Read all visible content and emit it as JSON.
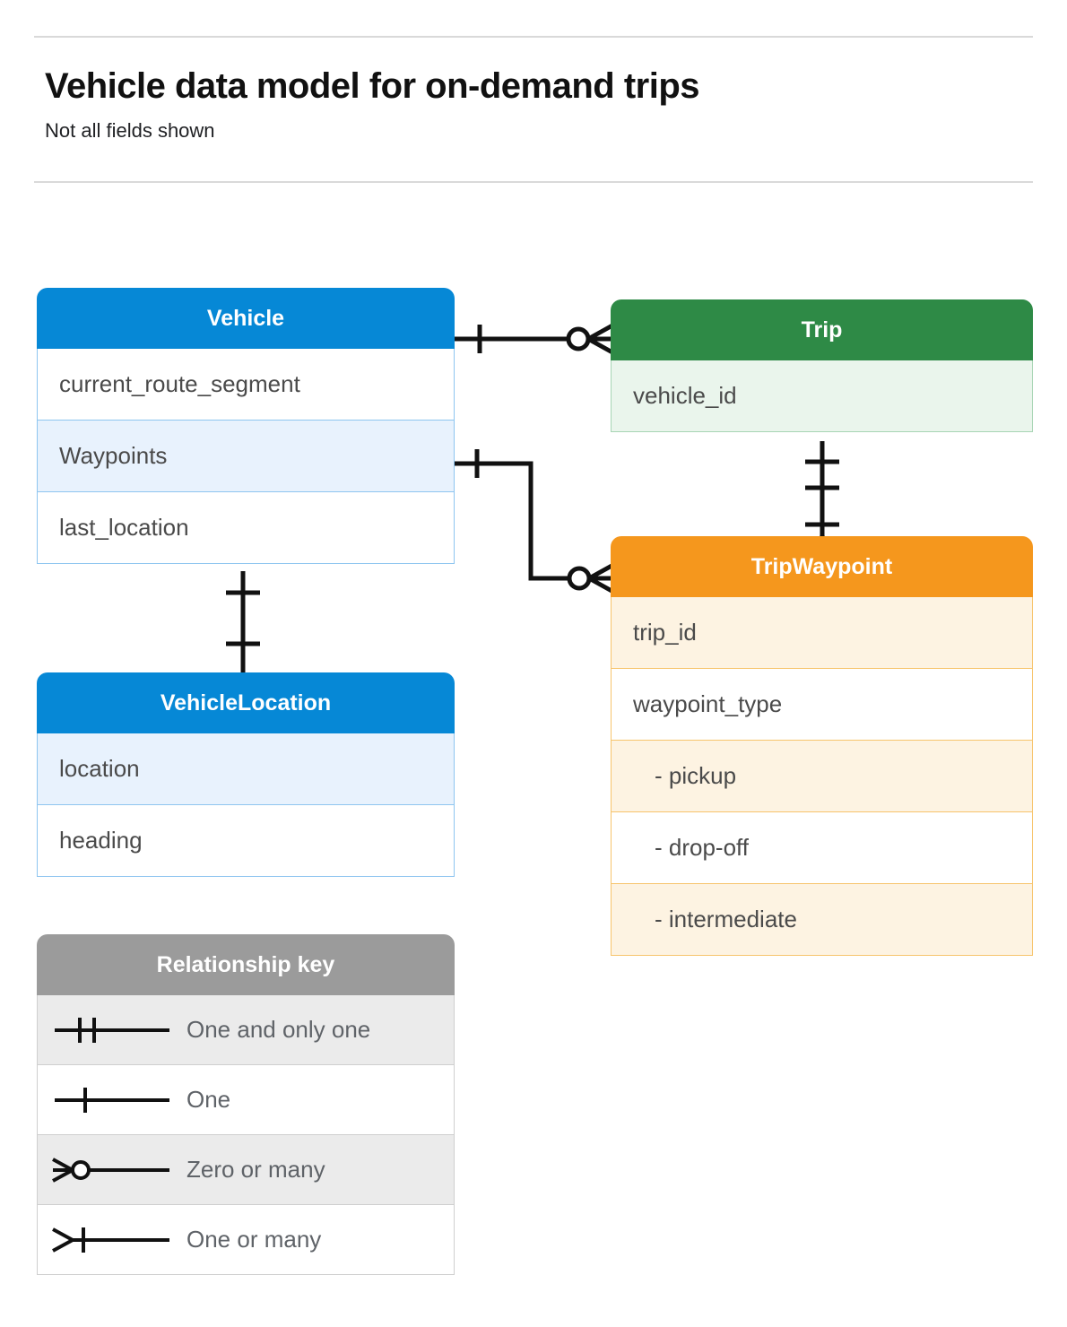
{
  "header": {
    "title": "Vehicle data model for on-demand trips",
    "subtitle": "Not all fields shown"
  },
  "colors": {
    "blue": "#0688d6",
    "blue_row": "#e8f2fd",
    "blue_border": "#8ec5f0",
    "green": "#2e8a46",
    "green_row": "#eaf5ec",
    "green_border": "#a8d5b4",
    "orange": "#f5971d",
    "orange_row": "#fdf3e2",
    "orange_border": "#f7c46c",
    "gray": "#9b9b9b",
    "gray_row": "#ebebeb",
    "rule": "#d9d9d9",
    "text": "#4a4a4a",
    "connector": "#111111"
  },
  "entities": [
    {
      "id": "vehicle",
      "name": "Vehicle",
      "theme": "blue",
      "fields": [
        {
          "label": "current_route_segment",
          "shaded": false
        },
        {
          "label": "Waypoints",
          "shaded": true
        },
        {
          "label": "last_location",
          "shaded": false
        }
      ]
    },
    {
      "id": "vehicle-location",
      "name": "VehicleLocation",
      "theme": "blue",
      "fields": [
        {
          "label": "location",
          "shaded": true
        },
        {
          "label": "heading",
          "shaded": false
        }
      ]
    },
    {
      "id": "trip",
      "name": "Trip",
      "theme": "green",
      "fields": [
        {
          "label": "vehicle_id",
          "shaded": true
        }
      ]
    },
    {
      "id": "tripwaypoint",
      "name": "TripWaypoint",
      "theme": "orange",
      "fields": [
        {
          "label": "trip_id",
          "shaded": true,
          "sub": false
        },
        {
          "label": "waypoint_type",
          "shaded": false,
          "sub": false
        },
        {
          "label": "-  pickup",
          "shaded": true,
          "sub": true
        },
        {
          "label": "-  drop-off",
          "shaded": false,
          "sub": true
        },
        {
          "label": "-  intermediate",
          "shaded": true,
          "sub": true
        }
      ]
    }
  ],
  "legend": {
    "title": "Relationship key",
    "items": [
      {
        "symbol": "one-and-only-one",
        "label": "One and only one",
        "shaded": true
      },
      {
        "symbol": "one",
        "label": "One",
        "shaded": false
      },
      {
        "symbol": "zero-or-many",
        "label": "Zero or many",
        "shaded": true
      },
      {
        "symbol": "one-or-many",
        "label": "One or many",
        "shaded": false
      }
    ]
  },
  "relationships": [
    {
      "from": "Vehicle",
      "to": "Trip",
      "from_card": "one",
      "to_card": "zero-or-many"
    },
    {
      "from": "Vehicle.Waypoints",
      "to": "TripWaypoint",
      "from_card": "one",
      "to_card": "zero-or-many"
    },
    {
      "from": "Vehicle",
      "to": "VehicleLocation",
      "from_card": "one",
      "to_card": "one"
    },
    {
      "from": "Trip",
      "to": "TripWaypoint",
      "from_card": "one-and-only-one",
      "to_card": "one-or-many"
    }
  ]
}
